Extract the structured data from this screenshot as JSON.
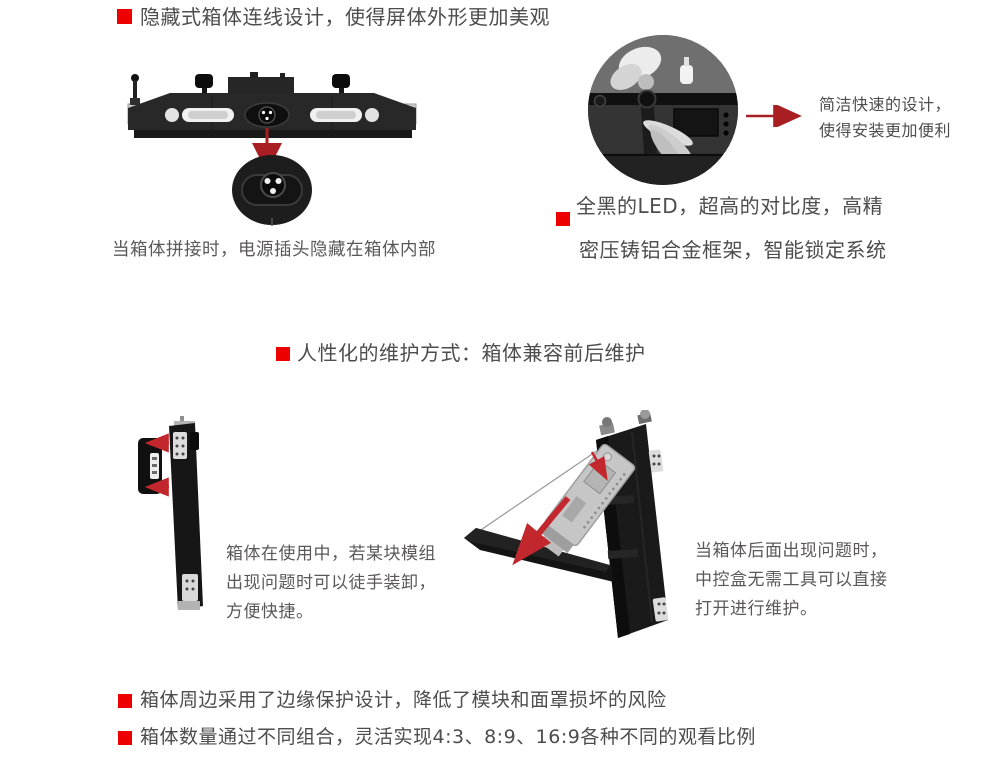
{
  "colors": {
    "bullet_red": "#ee0000",
    "arrow_dark_red": "#a81e23",
    "arrow_bright_red": "#c1272d",
    "title_gray": "#4d4d4d",
    "caption_gray": "#5a5858"
  },
  "sections": {
    "hidden_wiring": {
      "title": "隐藏式箱体连线设计，使得屏体外形更加美观",
      "figure_caption": "当箱体拼接时，电源插头隐藏在箱体内部",
      "callout_lines": [
        "简洁快速的设计，",
        "使得安装更加便利"
      ],
      "led_feature_lines": [
        "全黑的LED，超高的对比度，高精",
        "密压铸铝合金框架，智能锁定系统"
      ]
    },
    "maintenance": {
      "title": "人性化的维护方式：箱体兼容前后维护",
      "front_caption_lines": [
        "箱体在使用中，若某块模组",
        "出现问题时可以徒手装卸，",
        "方便快捷。"
      ],
      "rear_caption_lines": [
        "当箱体后面出现问题时，",
        "中控盒无需工具可以直接",
        "打开进行维护。"
      ]
    },
    "footer_bullets": [
      "箱体周边采用了边缘保护设计，降低了模块和面罩损坏的风险",
      "箱体数量通过不同组合，灵活实现4:3、8:9、16:9各种不同的观看比例"
    ]
  }
}
